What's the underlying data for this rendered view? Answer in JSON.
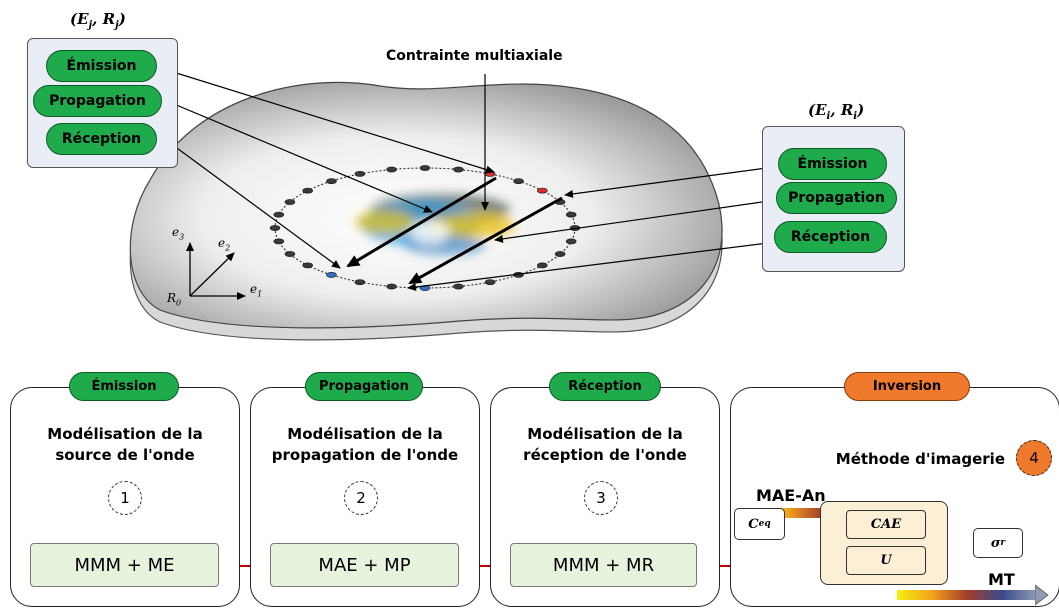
{
  "top": {
    "left_system_label": "(E_j, R_j)",
    "right_system_label": "(E_i, R_i)",
    "left_pills": [
      "Émission",
      "Propagation",
      "Réception"
    ],
    "right_pills": [
      "Émission",
      "Propagation",
      "Réception"
    ],
    "stress_label": "Contrainte multiaxiale",
    "axes": {
      "e3": "e",
      "e3_sub": "3",
      "e2": "e",
      "e2_sub": "2",
      "e1": "e",
      "e1_sub": "1",
      "r0": "R",
      "r0_sub": "0"
    }
  },
  "stages": [
    {
      "header": "Émission",
      "desc_line1": "Modélisation de la",
      "desc_line2": "source de l'onde",
      "number": "1",
      "model": "MMM + ME"
    },
    {
      "header": "Propagation",
      "desc_line1": "Modélisation de la",
      "desc_line2": "propagation de l'onde",
      "number": "2",
      "model": "MAE + MP"
    },
    {
      "header": "Réception",
      "desc_line1": "Modélisation de la",
      "desc_line2": "réception de l'onde",
      "number": "3",
      "model": "MMM + MR"
    }
  ],
  "inversion": {
    "header": "Inversion",
    "method": "Méthode d'imagerie",
    "number": "4",
    "mae_an": "MAE-An",
    "mt": "MT",
    "ceq": "C",
    "ceq_sup": "eq",
    "cae": "CAE",
    "u": "U",
    "sigma": "σ",
    "sigma_sup": "r"
  },
  "colors": {
    "pill_green": "#1faa4c",
    "inversion_orange": "#f07a2c",
    "arrow_red": "#c00000",
    "sensor_red": "#d8302e",
    "sensor_blue": "#2f6fc0"
  }
}
